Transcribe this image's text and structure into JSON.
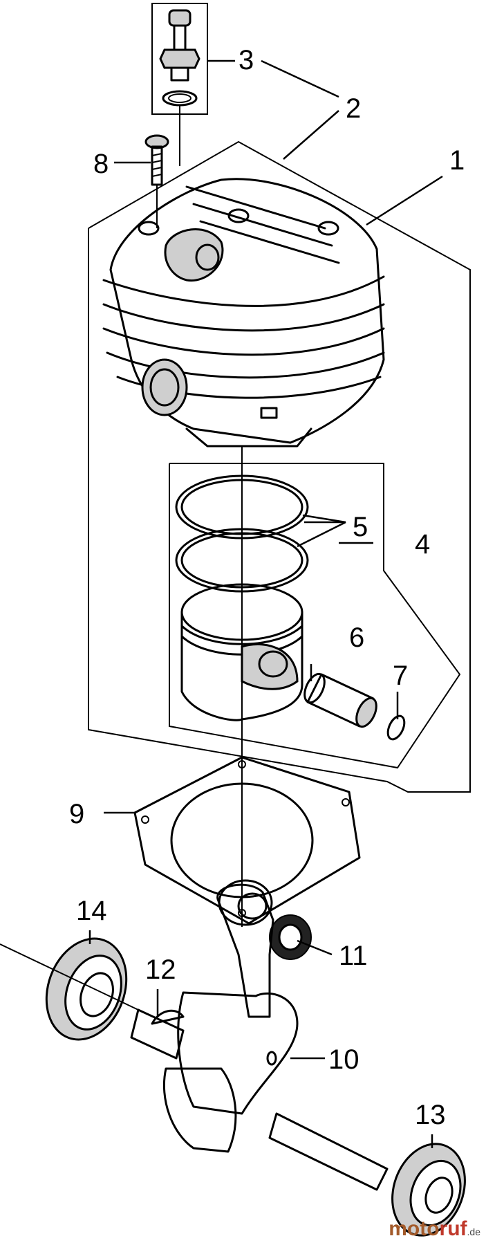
{
  "callouts": [
    {
      "number": "1"
    },
    {
      "number": "2"
    },
    {
      "number": "3"
    },
    {
      "number": "4"
    },
    {
      "number": "5"
    },
    {
      "number": "6"
    },
    {
      "number": "7"
    },
    {
      "number": "8"
    },
    {
      "number": "9"
    },
    {
      "number": "10"
    },
    {
      "number": "11"
    },
    {
      "number": "12"
    },
    {
      "number": "13"
    },
    {
      "number": "14"
    }
  ],
  "watermark": {
    "part1": "moto",
    "part2": "ruf",
    "suffix": ".de"
  }
}
